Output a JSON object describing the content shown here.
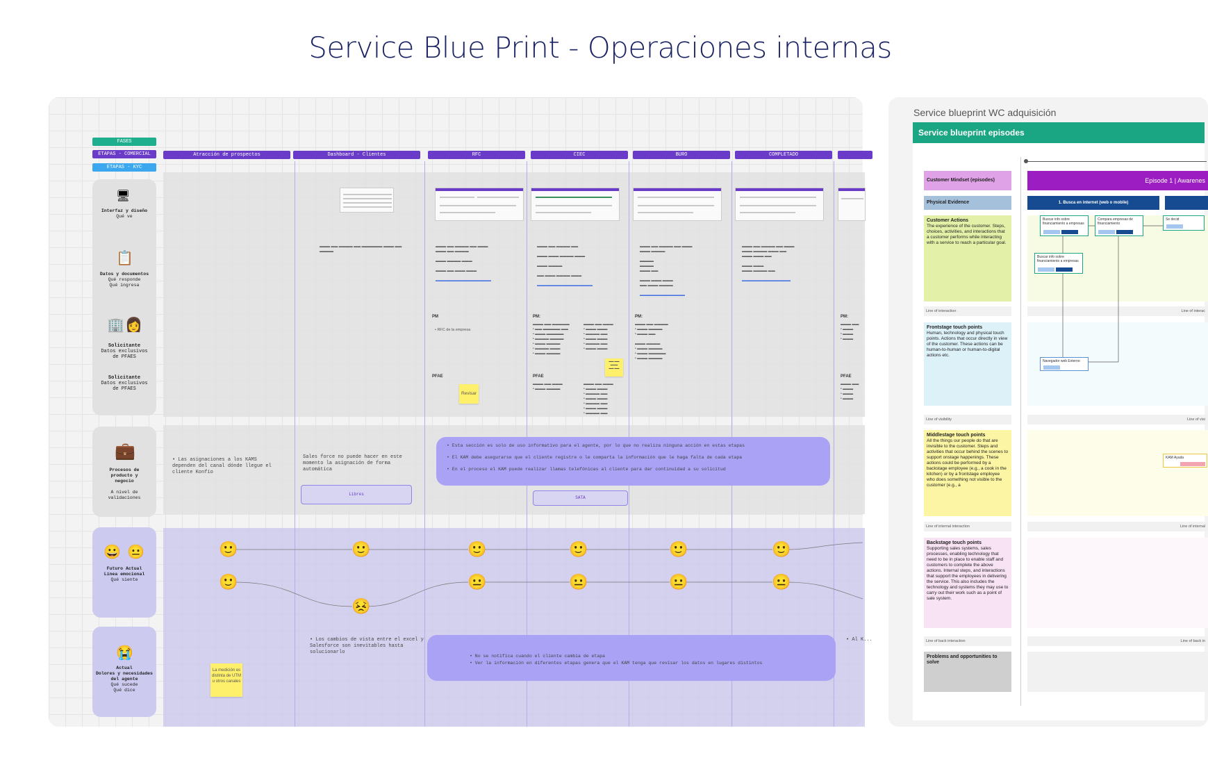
{
  "page_title": "Service Blue Print - Operaciones internas",
  "left_board": {
    "tags": {
      "fases": "FASES",
      "etapas_comercial": "ETAPAS - COMERCIAL",
      "etapas_kyc": "ETAPAS - KYC"
    },
    "columns": [
      "Atracción de prospectos",
      "Dashboard - Clientes",
      "RFC",
      "CIEC",
      "BURO",
      "COMPLETADO"
    ],
    "rows": {
      "interfaz": {
        "title": "Interfaz y diseño",
        "sub": "Qué ve",
        "icon": "monitor-icon"
      },
      "datos": {
        "title": "Datos y documentos",
        "sub1": "Qué responde",
        "sub2": "Qué ingresa",
        "icon": "clipboard-icon"
      },
      "solicitante1": {
        "title": "Solicitante",
        "sub1": "Datos exclusivos",
        "sub2": "de PFAES",
        "icon": "office-person-icon"
      },
      "solicitante2": {
        "title": "Solicitante",
        "sub1": "Datos exclusivos",
        "sub2": "de PFAES"
      },
      "procesos": {
        "title1": "Procesos de",
        "title2": "producto y",
        "title3": "negocio",
        "sub1": "A nivel de",
        "sub2": "validaciones",
        "icon": "briefcase-icon"
      },
      "futuro": {
        "title1": "Futuro Actual",
        "title2": "Línea emocional",
        "sub": "Qué siente"
      },
      "actual": {
        "title1": "Actual",
        "title2": "Dolores  y necesidades",
        "title3": "del agente",
        "sub1": "Qué sucede",
        "sub2": "Qué dice",
        "icon": "crying-face-icon"
      }
    },
    "content": {
      "pm_label": "PM",
      "pm_colon": "PM:",
      "pfae_label": "PFAE",
      "rfc_item": "•  RFC de la empresa",
      "revisar_note": "Revisar",
      "kams_text": "•  Las asignaciones a los KAMS dependen del canal dónde llegue el cliente Konfío",
      "salesforce_text": "Sales force no puede hacer en este momento la asignación de forma automática",
      "info_line1": "•  Esta sección es solo de uso informativo para el agente, por lo que no realiza ninguna acción en estas etapas",
      "info_line2": "•  El KAM debe asegurarse que el cliente registre o le comparta la información que le haga falta de cada etapa",
      "info_line3": "•  En el proceso el KAM puede realizar llamas telefónicas al cliente para dar continuidad a su solicitud",
      "libres_btn": "Libres",
      "sata_btn": "SATA",
      "cambios_text": "•  Los cambios de vista entre el excel y Salesforce son inevitables hasta solucionarlo",
      "notifica_line1": "•  No se notifica cuando el cliente cambia de etapa",
      "notifica_line2": "•  Ver la información en diferentes etapas genera que el KAM tenga que revisar los datos en lugares distintos",
      "medicion_note": "La medición es distinta de UTM u otros canales",
      "al_ka_text": "•  Al K...",
      "pm_1": "PM:",
      "pm_2": "PM:",
      "pm_3": "PM:",
      "pfae_1": "PFAE",
      "pfae_2": "PFAE"
    }
  },
  "right_board": {
    "board_title": "Service blueprint  WC adquisición",
    "header": "Service blueprint episodes",
    "episode": "Episode 1 | Awarenes",
    "step1": "1. Busca en internet (web o mobile)",
    "labels": {
      "mindset": "Customer Mindset (episodes)",
      "physical": "Physical Evidence",
      "customer_actions_title": "Customer Actions",
      "customer_actions_body": "The experience of the customer. Steps, choices, activities, and interactions that a customer performs while interacting with a service to reach a particular goal.",
      "line_interaction": "Line of interaction",
      "frontstage_title": "Frontstage touch points",
      "frontstage_body": "Human, technology and physical touch points. Actions that occur directly in view of the customer. These actions can be human-to-human or human-to-digital actions etc.",
      "line_visibility": "Line of visibility",
      "middle_title": "Middlestage touch points",
      "middle_body": "All the things our people do that are invisible to the customer. Steps and activities that occur behind the scenes to support onstage happenings. These actions could be performed by a backstage employee (e.g., a cook in the kitchen) or by a frontstage employee who does something not visible to the customer (e.g., a",
      "line_internal": "Line of internal interaction",
      "backstage_title": "Backstage touch points",
      "backstage_body": "Supporting sales systems, sales processes, enabling technology that need to be in place to enable staff and customers to complete the above actions. Internal steps, and interactions that support the employees in delivering the service. This also includes the technology and systems they may use to carry out their work such as a point of sale system.",
      "line_back": "Line of back interaction",
      "problems": "Problems and opportunities to solve"
    },
    "line_right": {
      "interaction": "Line of interac",
      "visibility": "Line of visi",
      "internal": "Line of internal",
      "back": "Line of back in"
    },
    "cards": {
      "c1": "Buscar info sobre financiamiento a empresas",
      "c2": "Compara empresas de financiamiento",
      "c3": "Se decid",
      "c4": "Buscar info sobre financiamiento a empresas",
      "c5": "Navegador web Externo",
      "c6": "KAM Ayuda"
    }
  },
  "colors": {
    "title": "#1b2463",
    "purple": "#6a3bc9",
    "teal": "#1fae8e",
    "blue": "#3aa7ee",
    "lavender": "#a9a2f5",
    "sticky": "#fff06b",
    "green_header": "#1aa682"
  }
}
